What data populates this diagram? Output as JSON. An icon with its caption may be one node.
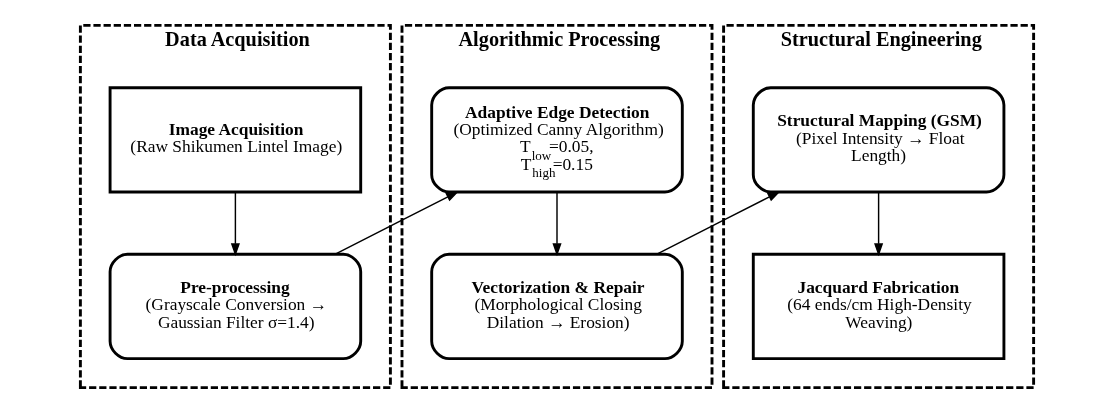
{
  "diagram": {
    "nodes": [
      {
        "text": [
          "Data Acquisition"
        ]
      },
      {
        "text": [
          "Image Acquisition",
          "(Raw Shikumen Lintel Image)"
        ],
        "in": 0
      },
      {
        "text": [
          "Pre-processing",
          "(Grayscale Conversion → Gaussian Filter σ=1.4)"
        ],
        "in": 0
      },
      {
        "text": [
          "Algorithmic Processing"
        ]
      },
      {
        "text": [
          "Adaptive Edge Detection",
          "(Optimized Canny Algorithm) T$_{low}$=0.05, T$_{high}$=0.15"
        ],
        "in": 3
      },
      {
        "text": [
          "Vectorization & Repair",
          "(Morphological Closing Dilation → Erosion)"
        ],
        "in": 3
      },
      {
        "text": [
          "Structural Engineering"
        ]
      },
      {
        "text": [
          "Structural Mapping (GSM)",
          "(Pixel Intensity → Float Length)"
        ],
        "in": 6
      },
      {
        "text": [
          "Jacquard Fabrication",
          "(64 ends/cm High-Density Weaving)"
        ],
        "in": 6
      }
    ],
    "edges": [
      {
        "from": 1,
        "to": 2,
        "arrow": "to"
      },
      {
        "from": 2,
        "to": 4,
        "arrow": "to"
      },
      {
        "from": 4,
        "to": 5,
        "arrow": "to"
      },
      {
        "from": 5,
        "to": 7,
        "arrow": "to"
      },
      {
        "from": 7,
        "to": 8,
        "arrow": "to"
      }
    ]
  }
}
